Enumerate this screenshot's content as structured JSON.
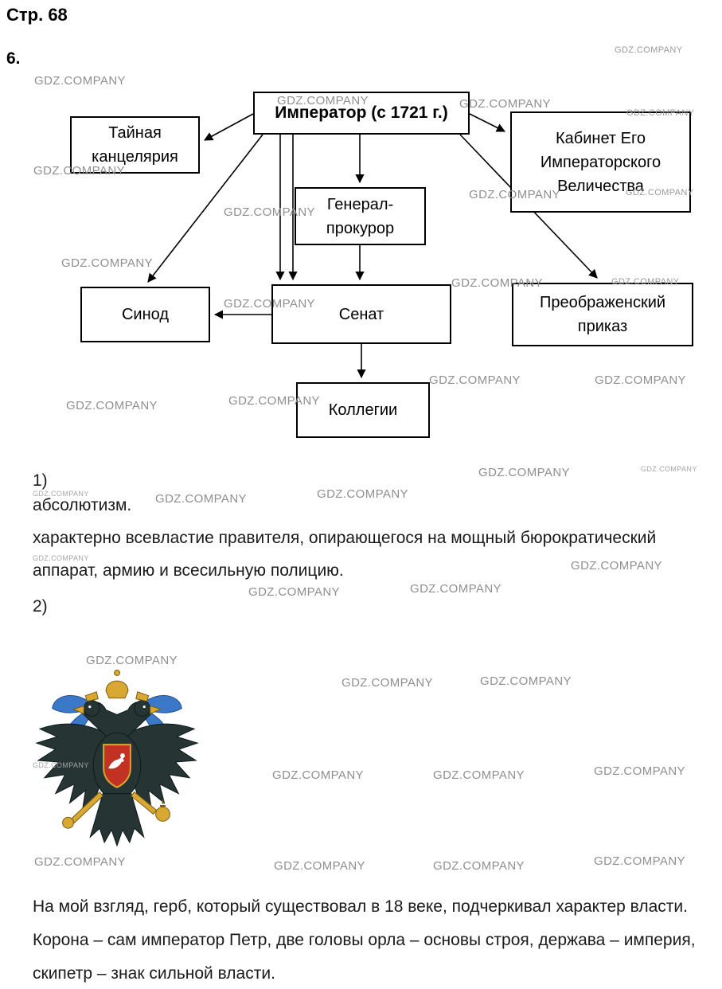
{
  "page": {
    "title": "Стр. 68",
    "question_number": "6."
  },
  "watermark": "GDZ.COMPANY",
  "diagram": {
    "boxes": {
      "emperor": "Император (с 1721 г.)",
      "secret_chancellery": "Тайная канцелярия",
      "cabinet": "Кабинет Его Императорского Величества",
      "prosecutor_general": "Генерал-прокурор",
      "synod": "Синод",
      "senate": "Сенат",
      "preobrazhensky": "Преображенский приказ",
      "collegiums": "Коллегии"
    }
  },
  "answers": {
    "item1_label": "1)",
    "item1_term": "абсолютизм.",
    "item1_text": "характерно всевластие правителя, опирающегося на мощный бюрократический аппарат, армию и всесильную полицию.",
    "item2_label": "2)",
    "item2_text": "На мой взгляд, герб, который существовал в 18 веке, подчеркивал характер власти. Корона – сам император Петр, две головы орла – основы строя, держава – империя, скипетр – знак сильной власти."
  },
  "emblem": {
    "icon": "double-headed-eagle-coat-of-arms",
    "colors": {
      "body": "#263434",
      "gold": "#d9a832",
      "ribbon": "#3c78c8",
      "shield": "#c23222",
      "rider": "#ffffff"
    }
  }
}
